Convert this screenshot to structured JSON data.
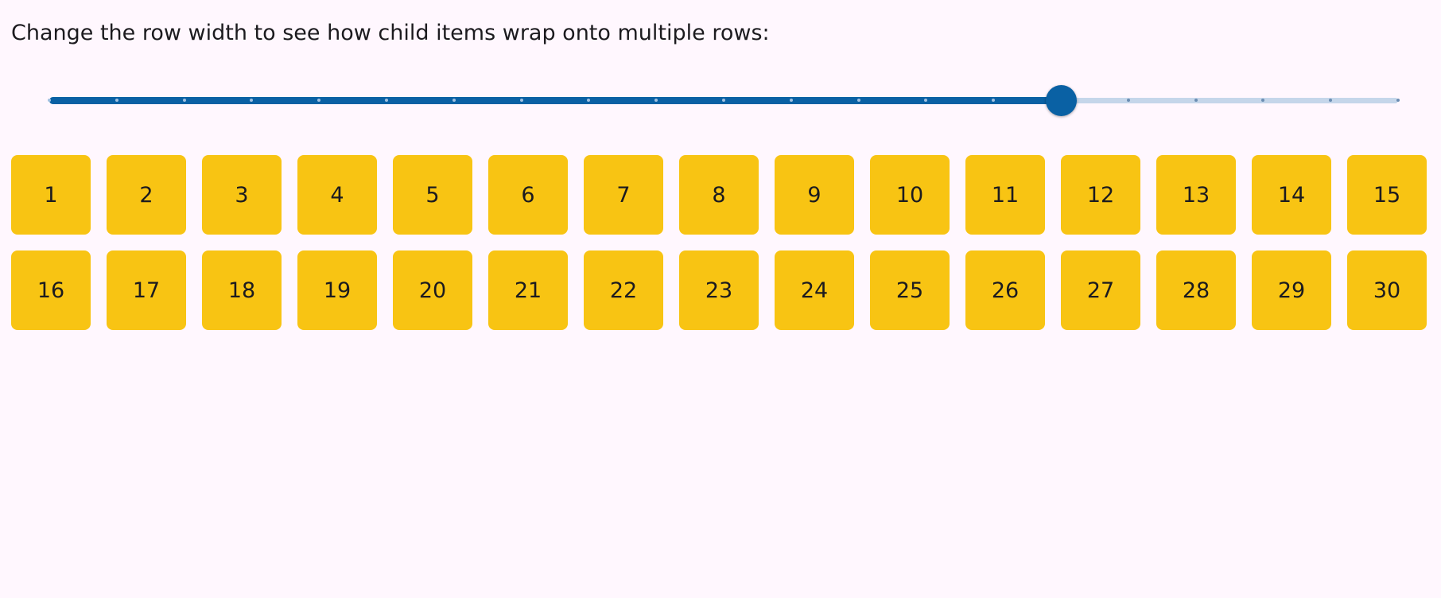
{
  "instruction": "Change the row width to see how child items wrap onto multiple rows:",
  "slider": {
    "min": 0,
    "max": 20,
    "divisions": 20,
    "value": 15,
    "active_color": "#0a61a4",
    "inactive_color": "#c5d6ea"
  },
  "items": [
    "1",
    "2",
    "3",
    "4",
    "5",
    "6",
    "7",
    "8",
    "9",
    "10",
    "11",
    "12",
    "13",
    "14",
    "15",
    "16",
    "17",
    "18",
    "19",
    "20",
    "21",
    "22",
    "23",
    "24",
    "25",
    "26",
    "27",
    "28",
    "29",
    "30"
  ],
  "colors": {
    "background": "#fff7fe",
    "tile": "#f8c413",
    "text": "#1c1b1f"
  }
}
